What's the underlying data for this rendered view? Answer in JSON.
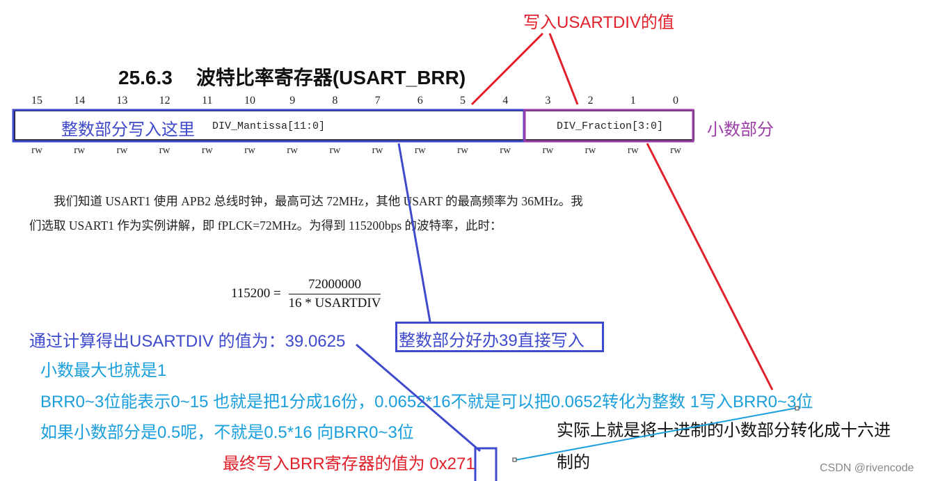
{
  "annotations": {
    "top_red": "写入USARTDIV的值",
    "mantissa_blue": "整数部分写入这里",
    "fraction_purple": "小数部分",
    "calc_line": "通过计算得出USARTDIV 的值为：39.0625",
    "integer_box": "整数部分好办39直接写入",
    "line_fraction_max": "小数最大也就是1",
    "line_brr": "BRR0~3位能表示0~15 也就是把1分成16份，0.0652*16不就是可以把0.0652转化为整数 1写入BRR0~3位",
    "line_half": "如果小数部分是0.5呢，不就是0.5*16 向BRR0~3位",
    "final_red": "最终写入BRR寄存器的值为 0x271",
    "black_note_1": "实际上就是将十进制的小数部分转化成十六进",
    "black_note_2": "制的"
  },
  "register": {
    "section_number": "25.6.3",
    "title": "波特比率寄存器(USART_BRR)",
    "bits": [
      "15",
      "14",
      "13",
      "12",
      "11",
      "10",
      "9",
      "8",
      "7",
      "6",
      "5",
      "4",
      "3",
      "2",
      "1",
      "0"
    ],
    "access": [
      "rw",
      "rw",
      "rw",
      "rw",
      "rw",
      "rw",
      "rw",
      "rw",
      "rw",
      "rw",
      "rw",
      "rw",
      "rw",
      "rw",
      "rw",
      "rw"
    ],
    "field_mantissa": "DIV_Mantissa[11:0]",
    "field_fraction": "DIV_Fraction[3:0]"
  },
  "paragraph": "我们知道 USART1 使用 APB2 总线时钟，最高可达 72MHz，其他 USART 的最高频率为 36MHz。我们选取 USART1 作为实例讲解，即 fPLCK=72MHz。为得到 115200bps 的波特率，此时：",
  "formula": {
    "lhs": "115200 =",
    "numerator": "72000000",
    "denominator": "16 * USARTDIV"
  },
  "watermark": "CSDN @rivencode",
  "colors": {
    "red": "#e0202a",
    "blue": "#3e4acb",
    "sky": "#1a9fdc",
    "purple": "#9b3ea8"
  }
}
